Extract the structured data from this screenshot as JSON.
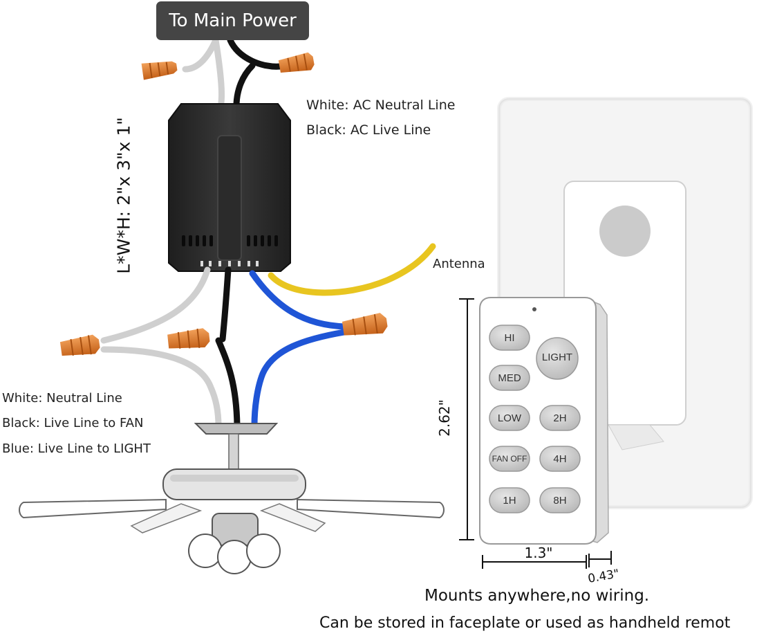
{
  "power_label": "To Main Power",
  "input_wires": {
    "white": "White: AC Neutral Line",
    "black": "Black: AC Live Line"
  },
  "dimensions": {
    "receiver": "L*W*H: 2\"x 3\"x 1\"",
    "remote_height": "2.62\"",
    "remote_width": "1.3\"",
    "remote_depth": "0.43\""
  },
  "antenna_label": "Antenna",
  "output_wires": {
    "white": "White: Neutral Line",
    "black": "Black: Live Line to FAN",
    "blue": "Blue: Live Line to LIGHT"
  },
  "remote_buttons": {
    "hi": "HI",
    "light": "LIGHT",
    "med": "MED",
    "low": "LOW",
    "h2": "2H",
    "fan_off": "FAN OFF",
    "h4": "4H",
    "h1": "1H",
    "h8": "8H"
  },
  "caption_main": "Mounts anywhere,no wiring.",
  "caption_sub": "Can be stored in faceplate or used as handheld remot",
  "colors": {
    "neutral_wire": "#cfcfcf",
    "live_wire": "#111111",
    "light_wire": "#1f55d6",
    "antenna_wire": "#e8c520",
    "connector": "#e07a2a",
    "receiver": "#2a2a2a",
    "power_label_bg": "#454545"
  }
}
